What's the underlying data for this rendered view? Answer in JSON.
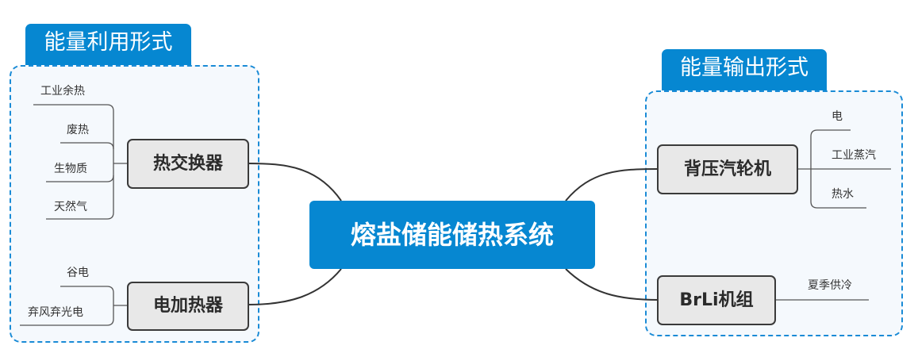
{
  "central_topic": "熔盐储能储热系统",
  "boundaries": {
    "left": {
      "label": "能量利用形式",
      "topics": [
        {
          "label": "热交换器",
          "children": [
            "工业余热",
            "废热",
            "生物质",
            "天然气"
          ]
        },
        {
          "label": "电加热器",
          "children": [
            "谷电",
            "弃风弃光电"
          ]
        }
      ]
    },
    "right": {
      "label": "能量输出形式",
      "topics": [
        {
          "label": "背压汽轮机",
          "children": [
            "电",
            "工业蒸汽",
            "热水"
          ]
        },
        {
          "label": "BrLi机组",
          "children": [
            "夏季供冷"
          ]
        }
      ]
    }
  },
  "colors": {
    "central_fill": "#0687d1",
    "boundary_stroke": "#1a8bd6",
    "boundary_fill": "#f5f9fd",
    "topic_fill": "#e8e8e8",
    "topic_stroke": "#3a3a3a"
  }
}
